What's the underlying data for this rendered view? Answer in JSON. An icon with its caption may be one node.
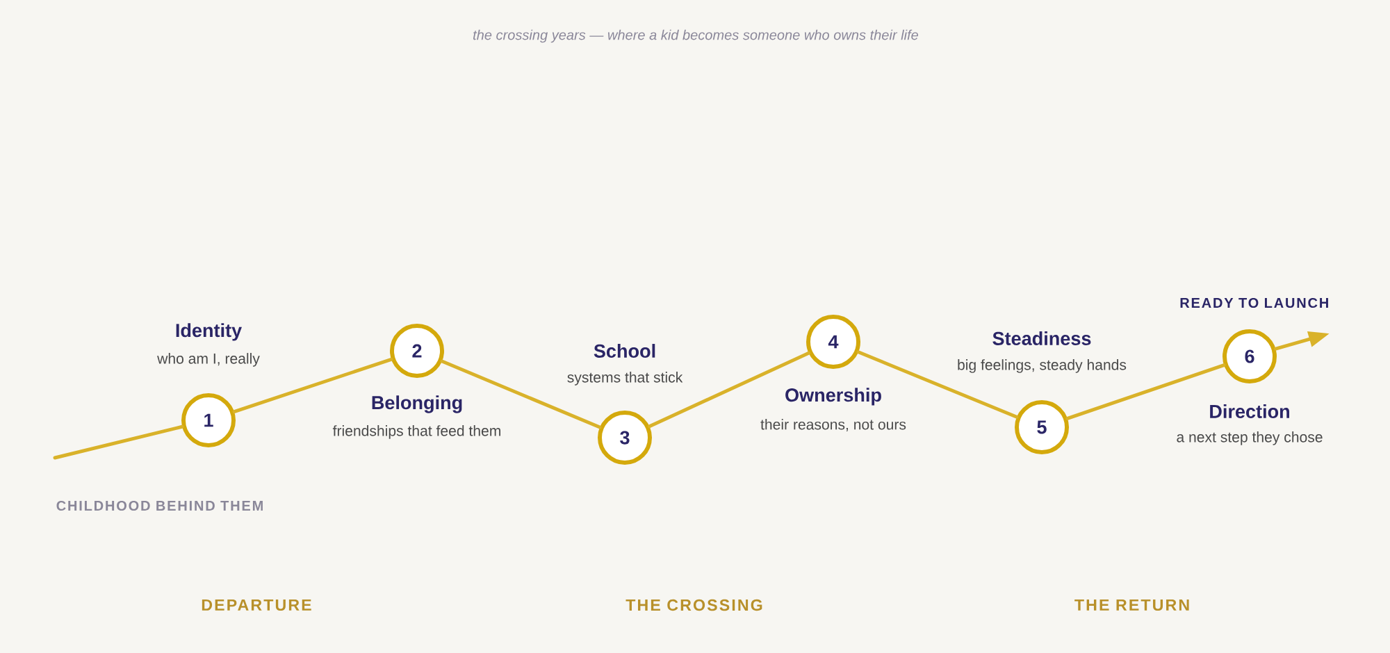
{
  "diagram": {
    "title": "the crossing years — where a kid becomes someone who owns their life",
    "nodes": [
      {
        "text": [
          "1"
        ],
        "beside": [
          "Identity",
          "who am I, really"
        ]
      },
      {
        "text": [
          "2"
        ],
        "beside": [
          "Belonging",
          "friendships that feed them"
        ]
      },
      {
        "text": [
          "3"
        ],
        "beside": [
          "School",
          "systems that stick"
        ]
      },
      {
        "text": [
          "4"
        ],
        "beside": [
          "Ownership",
          "their reasons, not ours"
        ]
      },
      {
        "text": [
          "5"
        ],
        "beside": [
          "Steadiness",
          "big feelings, steady hands"
        ]
      },
      {
        "text": [
          "6"
        ],
        "beside": [
          "Direction",
          "a next step they chose"
        ]
      }
    ],
    "edges": [
      {
        "from": null,
        "to": 0,
        "arrow": "none"
      },
      {
        "from": 0,
        "to": 1,
        "arrow": "none"
      },
      {
        "from": 1,
        "to": 2,
        "arrow": "none"
      },
      {
        "from": 2,
        "to": 3,
        "arrow": "none"
      },
      {
        "from": 3,
        "to": 4,
        "arrow": "none"
      },
      {
        "from": 4,
        "to": 5,
        "arrow": "none"
      },
      {
        "from": 5,
        "to": null,
        "arrow": "to"
      }
    ],
    "labels": [
      "READY TO LAUNCH",
      "CHILDHOOD BEHIND THEM",
      "DEPARTURE",
      "THE CROSSING",
      "THE RETURN"
    ]
  }
}
